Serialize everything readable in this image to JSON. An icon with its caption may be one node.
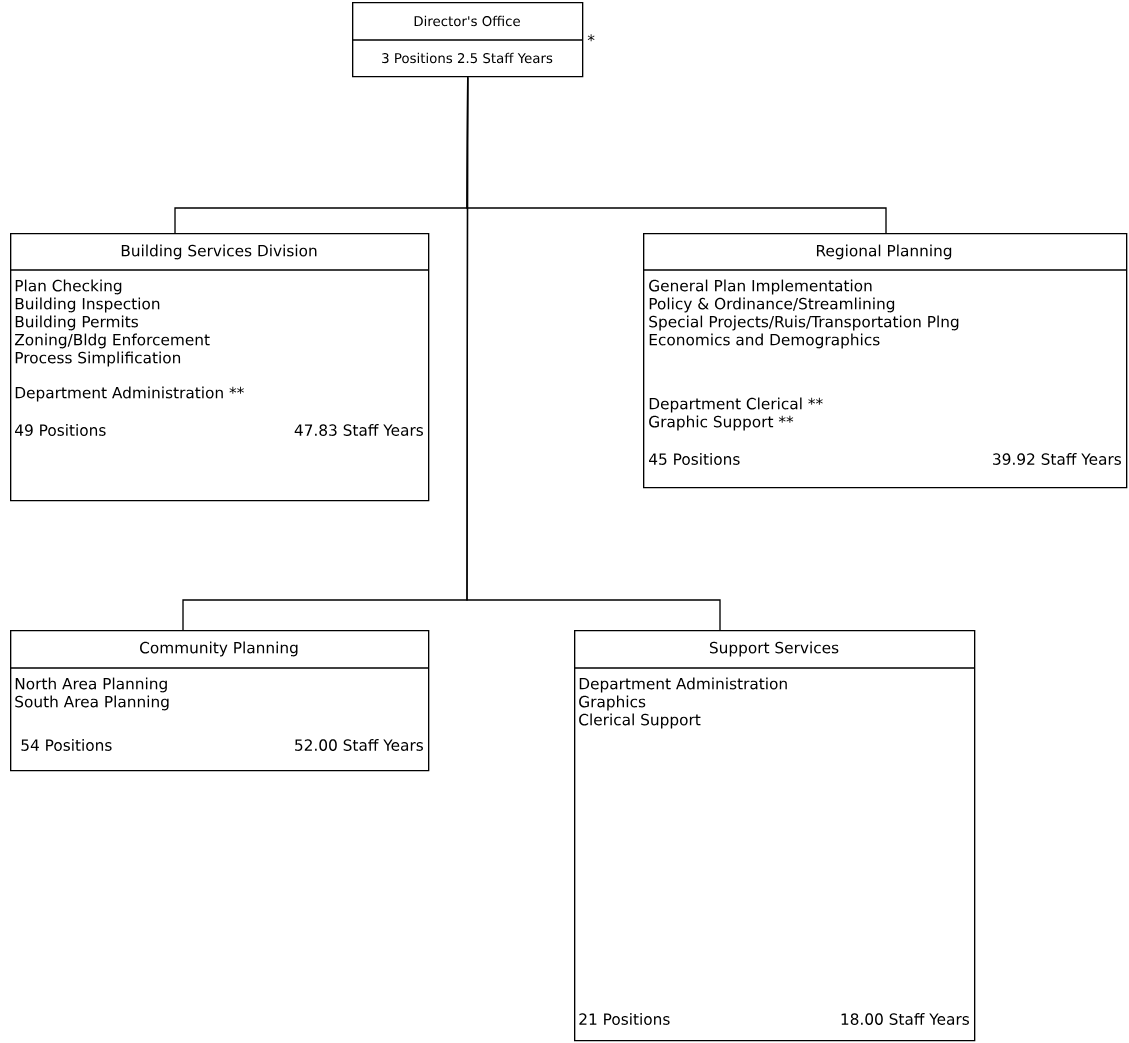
{
  "diagram": {
    "nodes": [
      {
        "text": [
          "Director's Office",
          "3 Positions 2.5 Staff Years"
        ],
        "beside": [
          "*"
        ]
      },
      {
        "text": [
          "Building Services Division",
          "Plan Checking",
          "Building Inspection",
          "Building Permits",
          "Zoning/Bldg Enforcement",
          "Process Simplification",
          "Department Administration **",
          "49 Positions",
          "47.83 Staff Years"
        ]
      },
      {
        "text": [
          "Regional Planning",
          "General Plan Implementation",
          "Policy & Ordinance/Streamlining",
          "Special Projects/Ruis/Transportation Plng",
          "Economics and Demographics",
          "Department Clerical **",
          "Graphic Support **",
          "45 Positions",
          "39.92 Staff Years"
        ]
      },
      {
        "text": [
          "Community Planning",
          "North Area Planning",
          "South Area Planning",
          "54 Positions",
          "52.00 Staff Years"
        ]
      },
      {
        "text": [
          "Support Services",
          "Department Administration",
          "Graphics",
          "Clerical Support",
          "21 Positions",
          "18.00 Staff Years"
        ]
      }
    ],
    "edges": [
      {
        "from": 0,
        "to": 1,
        "arrow": "none"
      },
      {
        "from": 0,
        "to": 2,
        "arrow": "none"
      },
      {
        "from": 0,
        "to": 3,
        "arrow": "none"
      },
      {
        "from": 0,
        "to": 4,
        "arrow": "none"
      }
    ]
  }
}
